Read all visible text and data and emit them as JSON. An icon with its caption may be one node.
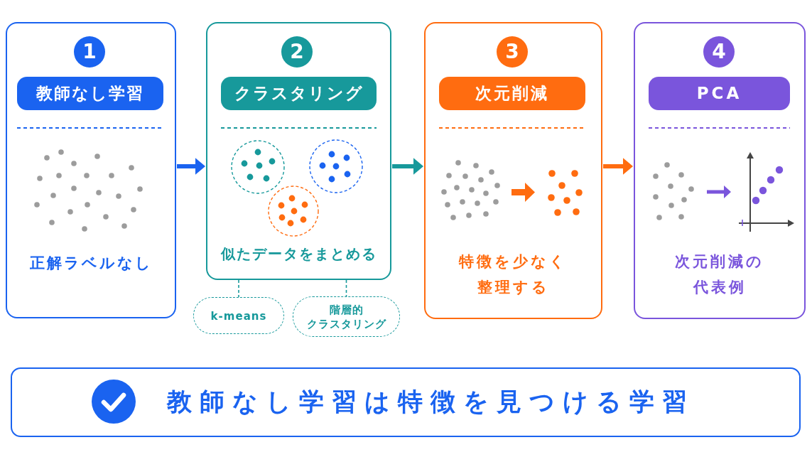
{
  "diagram": {
    "nodes": [
      {
        "text": [
          "正解ラベルなし"
        ]
      },
      {
        "text": [
          "1"
        ],
        "in": 0
      },
      {
        "text": [
          "教師なし学習"
        ],
        "in": 0
      },
      {
        "text": [
          "似たデータをまとめる"
        ]
      },
      {
        "text": [
          "2"
        ],
        "in": 3
      },
      {
        "text": [
          "クラスタリング"
        ],
        "in": 3
      },
      {
        "text": [
          "k-means"
        ]
      },
      {
        "text": [
          "階層的クラスタリング"
        ]
      },
      {
        "text": [
          "特徴を少なく整理する"
        ]
      },
      {
        "text": [
          "3"
        ],
        "in": 8
      },
      {
        "text": [
          "次元削減"
        ],
        "in": 8
      },
      {
        "text": [
          "次元削減の代表例"
        ]
      },
      {
        "text": [
          "4"
        ],
        "in": 11
      },
      {
        "text": [
          "PCA"
        ],
        "in": 11
      },
      {
        "text": [
          "教師なし学習は特徴を見つける学習"
        ]
      }
    ],
    "edges": [
      {
        "from": 0,
        "to": 3,
        "arrow": "to",
        "color": "#1a63f0"
      },
      {
        "from": 3,
        "to": 8,
        "arrow": "to"
      },
      {
        "from": 8,
        "to": 11,
        "arrow": "to",
        "color": "#ff6c10"
      },
      {
        "from": 3,
        "to": 6,
        "arrow": "none",
        "style": "dashed"
      },
      {
        "from": 3,
        "to": 7,
        "arrow": "none",
        "style": "dashed"
      }
    ]
  }
}
